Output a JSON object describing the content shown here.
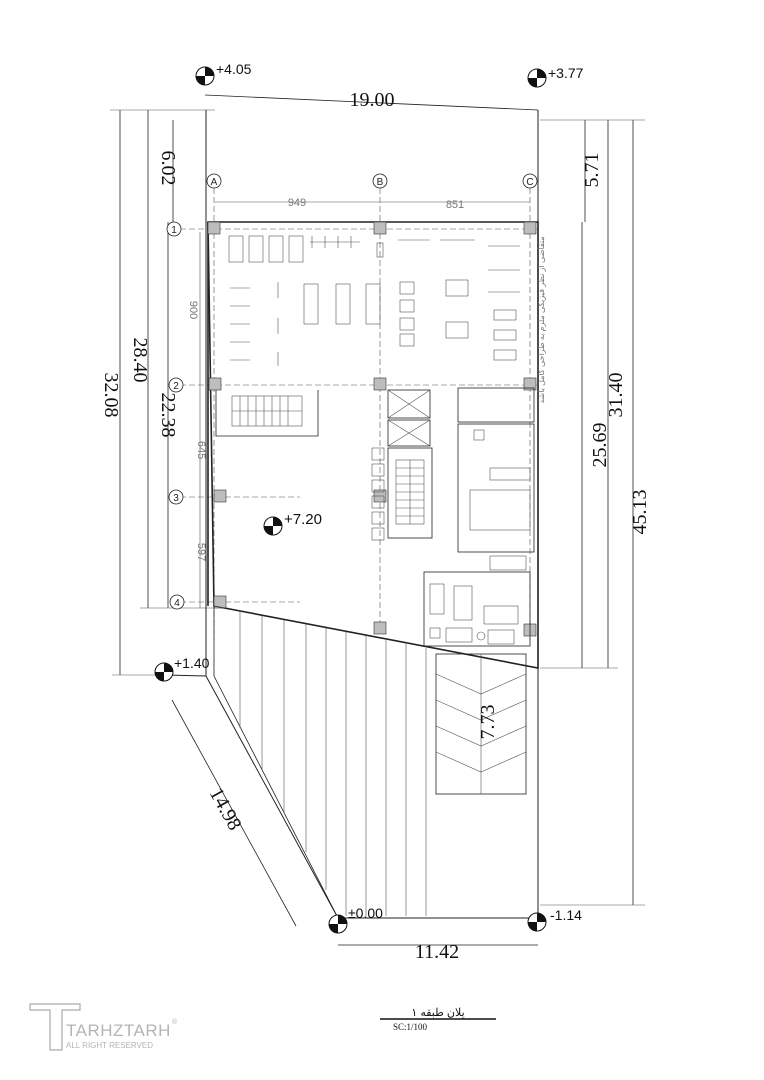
{
  "dimensions": {
    "top_width": "19.00",
    "left_top": "6.02",
    "right_top": "5.71",
    "left_mid": "28.40",
    "left_inner": "22.38",
    "left_outer": "32.08",
    "right_mid": "25.69",
    "right_mid2": "31.40",
    "right_total": "45.13",
    "parking": "7.73",
    "diagonal": "14.98",
    "bottom_width": "11.42",
    "span_ab": "949",
    "span_bc": "851",
    "axis_12": "900",
    "axis_23": "645",
    "axis_34": "597"
  },
  "levels": {
    "top_left": "+4.05",
    "top_right": "+3.77",
    "center": "+7.20",
    "left_mid": "+1.40",
    "bottom_left": "±0.00",
    "bottom_right": "-1.14"
  },
  "grid": {
    "columns": [
      "A",
      "B",
      "C"
    ],
    "rows": [
      "1",
      "2",
      "3",
      "4"
    ]
  },
  "note": "متقاضی از نظر فیزیکی ملزم به طراحی کامل باشد",
  "title_block": {
    "plan_title": "پلان طبقه ۱",
    "scale": "SC:1/100"
  },
  "logo": {
    "text": "TARHZTARH",
    "subtext": "ALL RIGHT RESERVED"
  }
}
